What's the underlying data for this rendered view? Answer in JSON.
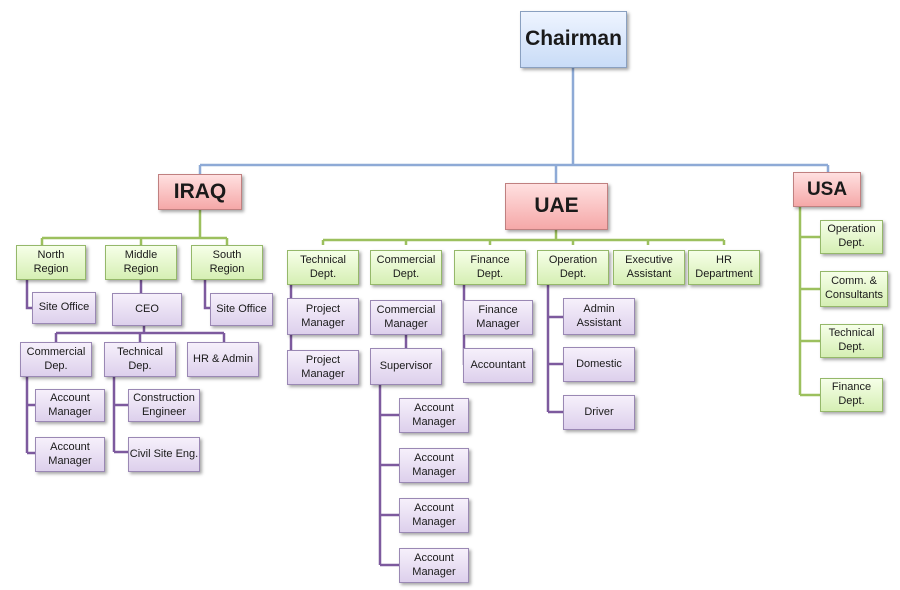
{
  "chart": {
    "chairman": "Chairman",
    "countries": {
      "iraq": "IRAQ",
      "uae": "UAE",
      "usa": "USA"
    },
    "iraq": {
      "north_region": "North\nRegion",
      "middle_region": "Middle\nRegion",
      "south_region": "South\nRegion",
      "site_office_north": "Site Office",
      "ceo": "CEO",
      "site_office_south": "Site Office",
      "commercial_dep": "Commercial\nDep.",
      "technical_dep": "Technical\nDep.",
      "hr_admin": "HR & Admin",
      "account_manager_1": "Account\nManager",
      "account_manager_2": "Account\nManager",
      "construction_engineer": "Construction\nEngineer",
      "civil_site_eng": "Civil Site Eng."
    },
    "uae": {
      "technical_dept": "Technical\nDept.",
      "commercial_dept": "Commercial\nDept.",
      "finance_dept": "Finance\nDept.",
      "operation_dept": "Operation\nDept.",
      "executive_assistant": "Executive\nAssistant",
      "hr_department": "HR\nDepartment",
      "project_manager_1": "Project\nManager",
      "project_manager_2": "Project\nManager",
      "commercial_manager": "Commercial\nManager",
      "supervisor": "Supervisor",
      "account_manager_1": "Account\nManager",
      "account_manager_2": "Account\nManager",
      "account_manager_3": "Account\nManager",
      "account_manager_4": "Account\nManager",
      "finance_manager": "Finance\nManager",
      "accountant": "Accountant",
      "admin_assistant": "Admin\nAssistant",
      "domestic": "Domestic",
      "driver": "Driver"
    },
    "usa": {
      "operation_dept": "Operation\nDept.",
      "comm_consultants": "Comm. &\nConsultants",
      "technical_dept": "Technical\nDept.",
      "finance_dept": "Finance\nDept."
    }
  }
}
